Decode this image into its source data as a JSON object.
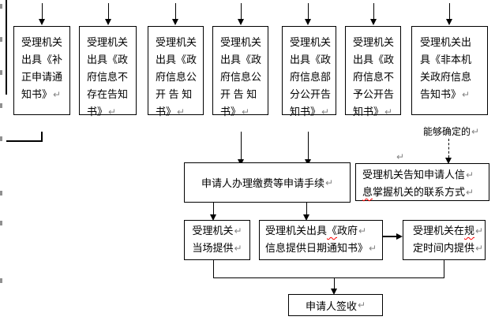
{
  "colors": {
    "background": "#ffffff",
    "line": "#000000",
    "text": "#000000",
    "return_mark": "#848484",
    "spellcheck_underline": "#ff0000"
  },
  "marks": {
    "return": "↵"
  },
  "top_boxes": [
    {
      "text": "受理机关\n出具《补\n正申请通\n知书》"
    },
    {
      "text": "受理机关\n出具《政\n府信息不\n存在告知\n书》"
    },
    {
      "text": "受理机关\n出具《政\n府信息公\n开 告 知\n书》"
    },
    {
      "text": "受理机关\n出具《政\n府信息公\n开 告 知\n书》"
    },
    {
      "text": "受理机关\n出具《政\n府信息部\n分公开告\n知书》"
    },
    {
      "text": "受理机关\n出具《政\n府信息不\n予公开告\n知书》"
    },
    {
      "text": "受理机关出\n具《非本机\n关政府信息\n告知书》"
    }
  ],
  "labels": {
    "certain": "能够确定的"
  },
  "flow": {
    "fee_box": {
      "text": "申请人办理缴费等申请手续"
    },
    "contact_box": {
      "line1": "受理机关告知申请人信",
      "line2_wavy": "息",
      "line2_rest": "掌握机关的联系方式"
    },
    "onsite_box": {
      "line1": "受理机关",
      "line2": "当场提供"
    },
    "date_notice_box": {
      "line1_pre": "受理机关出具",
      "line1_wavy": "《",
      "line1_post": "政府",
      "line2": "信息提供日期通知书》"
    },
    "within_time_box": {
      "line1_pre": "受理机关在",
      "line1_wavy": "规",
      "line2": "定时间内提供"
    },
    "sign_box": {
      "text": "申请人签收"
    }
  }
}
